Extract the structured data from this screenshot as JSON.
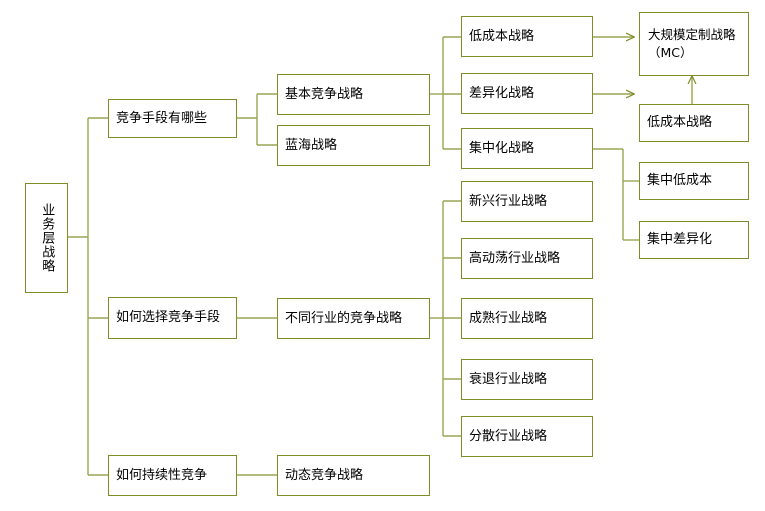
{
  "diagram": {
    "type": "tree-mindmap",
    "title": "业务层战略",
    "accent_color": "#7f8c28",
    "text_color": "#000000",
    "background": "#ffffff",
    "root": {
      "label": "业务层战略"
    },
    "nodes": {
      "branch_1": {
        "label": "竞争手段有哪些"
      },
      "branch_2": {
        "label": "如何选择竞争手段"
      },
      "branch_3": {
        "label": "如何持续性竞争"
      },
      "basic": {
        "label": "基本竞争战略"
      },
      "blue_ocean": {
        "label": "蓝海战略"
      },
      "industry_group": {
        "label": "不同行业的竞争战略"
      },
      "dynamic": {
        "label": "动态竞争战略"
      },
      "low_cost": {
        "label": "低成本战略"
      },
      "differentiation": {
        "label": "差异化战略"
      },
      "focus": {
        "label": "集中化战略"
      },
      "mass_custom": {
        "label": "大规模定制战略（MC）"
      },
      "low_cost_right": {
        "label": "低成本战略"
      },
      "focus_low_cost": {
        "label": "集中低成本"
      },
      "focus_diff": {
        "label": "集中差异化"
      },
      "emerging": {
        "label": "新兴行业战略"
      },
      "turbulent": {
        "label": "高动荡行业战略"
      },
      "mature": {
        "label": "成熟行业战略"
      },
      "declining": {
        "label": "衰退行业战略"
      },
      "fragmented": {
        "label": "分散行业战略"
      }
    },
    "edges": [
      {
        "from": "root",
        "to": "branch_1",
        "style": "elbow"
      },
      {
        "from": "root",
        "to": "branch_2",
        "style": "elbow"
      },
      {
        "from": "root",
        "to": "branch_3",
        "style": "elbow"
      },
      {
        "from": "branch_1",
        "to": "basic",
        "style": "elbow"
      },
      {
        "from": "branch_1",
        "to": "blue_ocean",
        "style": "elbow"
      },
      {
        "from": "branch_2",
        "to": "industry_group",
        "style": "straight"
      },
      {
        "from": "branch_3",
        "to": "dynamic",
        "style": "straight"
      },
      {
        "from": "basic",
        "to": "low_cost",
        "style": "elbow"
      },
      {
        "from": "basic",
        "to": "differentiation",
        "style": "elbow"
      },
      {
        "from": "basic",
        "to": "focus",
        "style": "elbow"
      },
      {
        "from": "low_cost",
        "to": "mass_custom",
        "style": "arrow"
      },
      {
        "from": "differentiation",
        "to": "low_cost_right",
        "style": "arrow"
      },
      {
        "from": "low_cost_right",
        "to": "mass_custom",
        "style": "arrow-up"
      },
      {
        "from": "focus",
        "to": "focus_low_cost",
        "style": "elbow"
      },
      {
        "from": "focus",
        "to": "focus_diff",
        "style": "elbow"
      },
      {
        "from": "industry_group",
        "to": "emerging",
        "style": "elbow"
      },
      {
        "from": "industry_group",
        "to": "turbulent",
        "style": "elbow"
      },
      {
        "from": "industry_group",
        "to": "mature",
        "style": "elbow"
      },
      {
        "from": "industry_group",
        "to": "declining",
        "style": "elbow"
      },
      {
        "from": "industry_group",
        "to": "fragmented",
        "style": "elbow"
      }
    ]
  }
}
